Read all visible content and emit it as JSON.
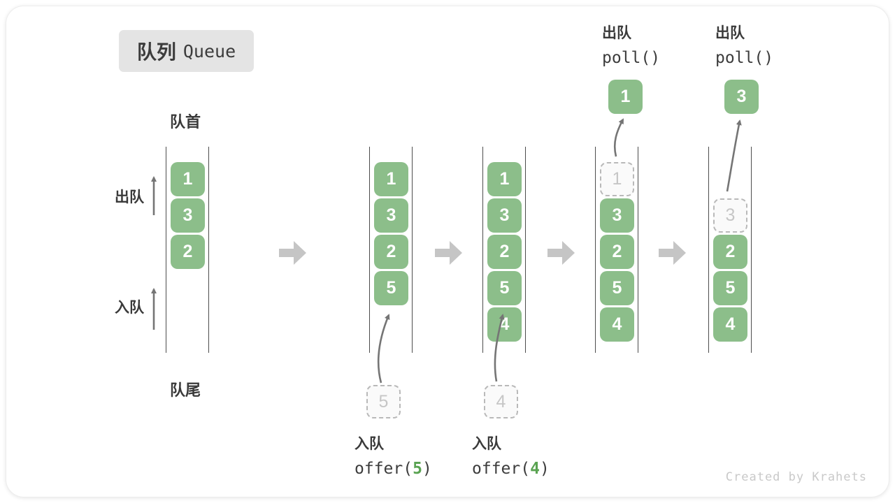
{
  "title": {
    "cn": "队列",
    "en": "Queue"
  },
  "side_labels": {
    "front": "队首",
    "rear": "队尾",
    "dequeue": "出队",
    "enqueue": "入队"
  },
  "queues": [
    {
      "solid": [
        "1",
        "3",
        "2"
      ]
    },
    {
      "solid": [
        "1",
        "3",
        "2",
        "5"
      ]
    },
    {
      "solid": [
        "1",
        "3",
        "2",
        "5",
        "4"
      ]
    },
    {
      "solid": [
        "3",
        "2",
        "5",
        "4"
      ],
      "dashed": "1"
    },
    {
      "solid": [
        "2",
        "5",
        "4"
      ],
      "dashed": "3"
    }
  ],
  "pending": {
    "enqueue_5": "5",
    "enqueue_4": "4"
  },
  "results": {
    "poll_1": "1",
    "poll_3": "3"
  },
  "ops": {
    "enqueue_5": {
      "label": "入队",
      "fn": "offer(",
      "arg": "5",
      "close": ")"
    },
    "enqueue_4": {
      "label": "入队",
      "fn": "offer(",
      "arg": "4",
      "close": ")"
    },
    "poll_1": {
      "label": "出队",
      "code": "poll()"
    },
    "poll_2": {
      "label": "出队",
      "code": "poll()"
    }
  },
  "watermark": "Created by Krahets",
  "colors": {
    "box_green": "#8CBE8A",
    "arg_green": "#5AA352",
    "block_arrow_gray": "#C5C5C5",
    "thin_arrow_gray": "#757575",
    "dashed_border": "#B9B9B9",
    "title_bg": "#E4E4E4",
    "text_dark": "#3C3C3C",
    "watermark_gray": "#C9C9C9"
  }
}
